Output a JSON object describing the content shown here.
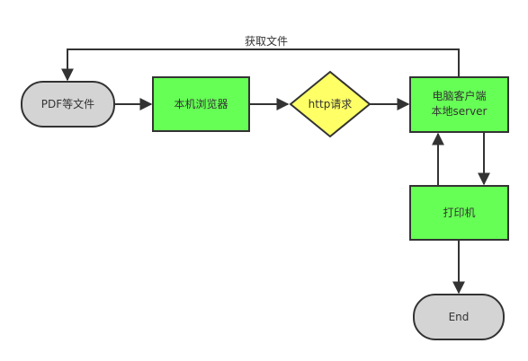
{
  "nodes": {
    "pdf": {
      "label": "PDF等文件",
      "fill": "#d4d4d4",
      "shape": "terminal"
    },
    "browser": {
      "label": "本机浏览器",
      "fill": "#66ff55",
      "shape": "process"
    },
    "http": {
      "label": "http请求",
      "fill": "#ffff66",
      "shape": "decision"
    },
    "server": {
      "line1": "电脑客户端",
      "line2": "本地server",
      "fill": "#66ff55",
      "shape": "process"
    },
    "printer": {
      "label": "打印机",
      "fill": "#66ff55",
      "shape": "process"
    },
    "end": {
      "label": "End",
      "fill": "#d4d4d4",
      "shape": "terminal"
    }
  },
  "edges": {
    "feedback_label": "获取文件"
  },
  "colors": {
    "stroke": "#333333",
    "text": "#333333"
  }
}
